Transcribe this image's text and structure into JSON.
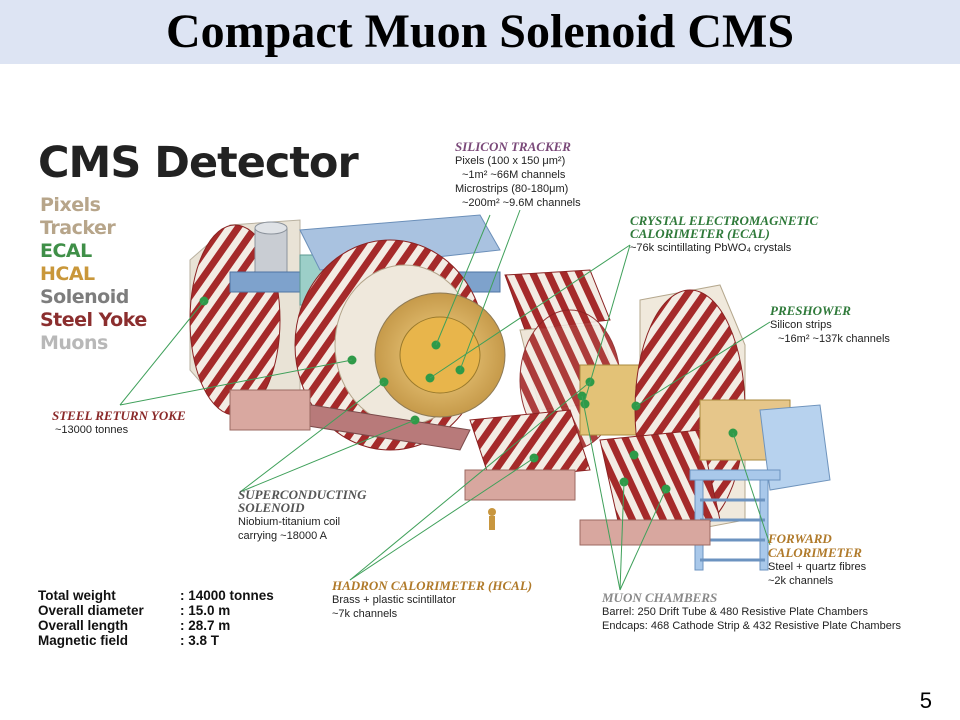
{
  "slide": {
    "title": "Compact Muon Solenoid CMS",
    "page_number": "5"
  },
  "diagram": {
    "heading": "CMS Detector",
    "legend": [
      {
        "label": "Pixels",
        "color": "#b7a58a"
      },
      {
        "label": "Tracker",
        "color": "#b7a58a"
      },
      {
        "label": "ECAL",
        "color": "#3f8f48"
      },
      {
        "label": "HCAL",
        "color": "#c9973a"
      },
      {
        "label": "Solenoid",
        "color": "#7d7d7d"
      },
      {
        "label": "Steel Yoke",
        "color": "#8b2e2e"
      },
      {
        "label": "Muons",
        "color": "#b8b8b8"
      }
    ],
    "callouts": {
      "silicon_tracker": {
        "title": "SILICON TRACKER",
        "lines": [
          "Pixels (100 x 150 μm²)",
          "~1m²      ~66M channels",
          "Microstrips (80-180μm)",
          "~200m²    ~9.6M channels"
        ],
        "color": "#7b4a7a"
      },
      "ecal": {
        "title": [
          "CRYSTAL ELECTROMAGNETIC",
          "CALORIMETER (ECAL)"
        ],
        "lines": [
          "~76k scintillating PbWO₄ crystals"
        ],
        "color": "#2f7a3a"
      },
      "preshower": {
        "title": "PRESHOWER",
        "lines": [
          "Silicon strips",
          "~16m²    ~137k channels"
        ],
        "color": "#2f7a3a"
      },
      "steel_yoke": {
        "title": "STEEL RETURN YOKE",
        "lines": [
          "~13000 tonnes"
        ],
        "color": "#8b2a2a"
      },
      "solenoid": {
        "title": [
          "SUPERCONDUCTING",
          "SOLENOID"
        ],
        "lines": [
          "Niobium-titanium coil",
          "carrying ~18000 A"
        ],
        "color": "#555555"
      },
      "hcal": {
        "title": "HADRON CALORIMETER (HCAL)",
        "lines": [
          "Brass + plastic scintillator",
          "~7k channels"
        ],
        "color": "#b07a2a"
      },
      "muon": {
        "title": "MUON CHAMBERS",
        "lines": [
          "Barrel:   250 Drift Tube & 480 Resistive Plate Chambers",
          "Endcaps: 468 Cathode Strip & 432 Resistive Plate Chambers"
        ],
        "color": "#8a8a8a"
      },
      "forward_cal": {
        "title": [
          "FORWARD",
          "CALORIMETER"
        ],
        "lines": [
          "Steel + quartz fibres",
          "~2k channels"
        ],
        "color": "#b07a2a"
      }
    },
    "specs": [
      {
        "label": "Total weight",
        "value": ": 14000 tonnes"
      },
      {
        "label": "Overall diameter",
        "value": ": 15.0 m"
      },
      {
        "label": "Overall length",
        "value": ": 28.7 m"
      },
      {
        "label": "Magnetic field",
        "value": ": 3.8 T"
      }
    ]
  }
}
